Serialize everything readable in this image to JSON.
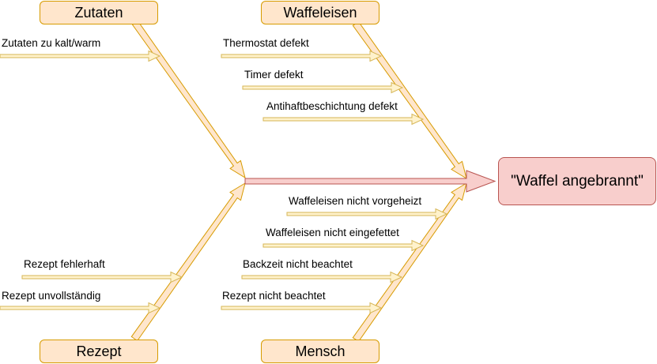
{
  "effect": {
    "label": "\"Waffel angebrannt\""
  },
  "categories": {
    "ingredients": "Zutaten",
    "waffle_iron": "Waffeleisen",
    "recipe": "Rezept",
    "person": "Mensch"
  },
  "causes": {
    "ingredients_temp": "Zutaten zu kalt/warm",
    "thermostat": "Thermostat defekt",
    "timer": "Timer defekt",
    "coating": "Antihaftbeschichtung defekt",
    "not_preheated": "Waffeleisen nicht vorgeheizt",
    "not_greased": "Waffeleisen nicht eingefettet",
    "baking_time": "Backzeit nicht beachtet",
    "recipe_ignored": "Rezept nicht beachtet",
    "recipe_wrong": "Rezept fehlerhaft",
    "recipe_incomplete": "Rezept unvollständig"
  },
  "colors": {
    "bone_fill": "#ffe6cc",
    "bone_stroke": "#d79b00",
    "cause_fill": "#fff2cc",
    "cause_stroke": "#d6b656",
    "spine_fill": "#f8cecc",
    "spine_stroke": "#b85450"
  }
}
